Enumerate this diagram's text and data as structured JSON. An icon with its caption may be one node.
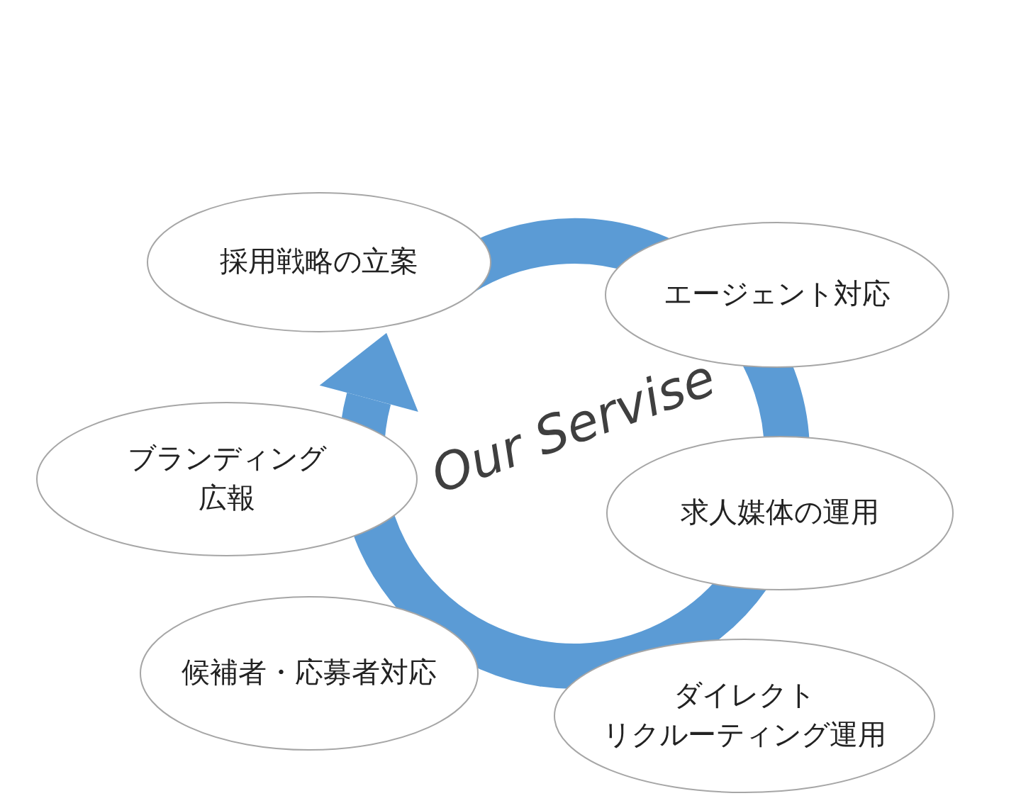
{
  "diagram": {
    "nodes": [
      {
        "text": [
          "採用戦略の立案"
        ]
      },
      {
        "text": [
          "エージェント対応"
        ]
      },
      {
        "text": [
          "ブランディング広報"
        ]
      },
      {
        "text": [
          "求人媒体の運用"
        ]
      },
      {
        "text": [
          "候補者・応募者対応"
        ]
      },
      {
        "text": [
          "ダイレクト",
          "リクルーティング運用"
        ]
      }
    ],
    "labels": [
      "Our Servise"
    ]
  }
}
